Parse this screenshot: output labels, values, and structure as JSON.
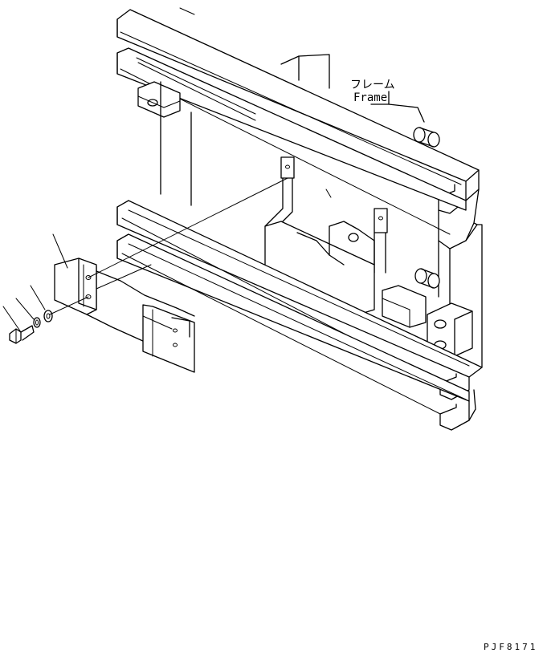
{
  "diagram": {
    "labels": {
      "frame_jp": "フレーム",
      "frame_en": "Frame",
      "drawing_code": "PJF8171"
    },
    "colors": {
      "line": "#000000",
      "background": "#ffffff"
    }
  }
}
